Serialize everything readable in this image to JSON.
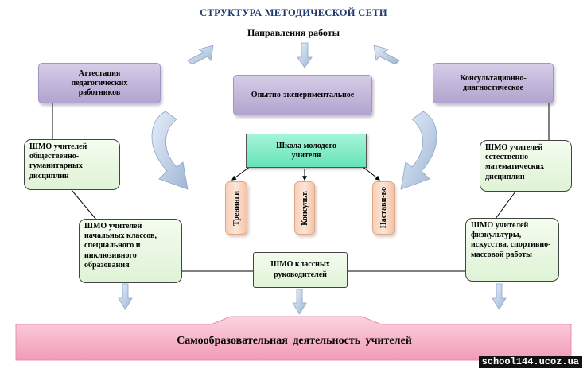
{
  "title": "СТРУКТУРА МЕТОДИЧЕСКОЙ СЕТИ",
  "subtitle": "Направления работы",
  "directions": {
    "attestation": "Аттестация педагогических работников",
    "experimental": "Опытно-экспериментальное",
    "consult": "Консультационно-диагностическое"
  },
  "school": "Школа молодого учителя",
  "school_items": [
    "Тренинги",
    "Консульт.",
    "Настави-во"
  ],
  "shmo": {
    "humanities": "ШМО учителей общественно-гуманитарных дисциплин",
    "natural": "ШМО учителей естественно-математических дисциплин",
    "primary": "ШМО учителей начальных классов, специального и инклюзивного образования",
    "sports": "ШМО учителей физкультуры, искусства, спортивно-массовой работы",
    "class": "ШМО классных руководителей"
  },
  "bottom": "Самообразовательная деятельность учителей",
  "watermark": "school144.ucoz.ua",
  "colors": {
    "title": "#1f3a6e",
    "purple_box": "#c1b6da",
    "green_box": "#e8f6e0",
    "teal_box": "#7dead0",
    "orange_box": "#f7d2bd",
    "bottom_bar": "#f7b3c8",
    "arrow": "#b7c9e2"
  }
}
